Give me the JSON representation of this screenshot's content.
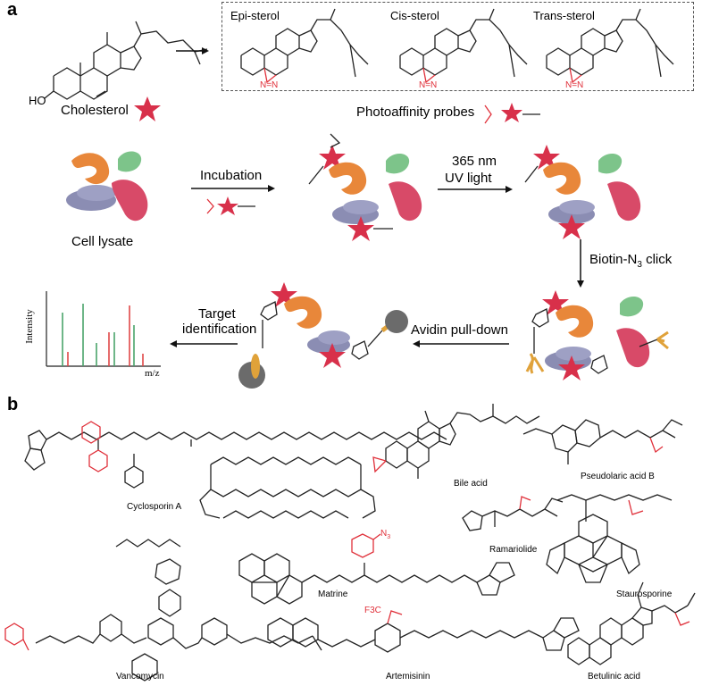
{
  "panel_a": {
    "letter": "a",
    "cholesterol_label": "Cholesterol",
    "cholesterol_ho": "HO",
    "probe_names": [
      "Epi-sterol",
      "Cis-sterol",
      "Trans-sterol"
    ],
    "probes_caption": "Photoaffinity probes",
    "cell_lysate": "Cell lysate",
    "incubation": "Incubation",
    "uv_line1": "365 nm",
    "uv_line2": "UV light",
    "click_label": "Biotin-N",
    "click_sub": "3",
    "click_suffix": " click",
    "pulldown": "Avidin pull-down",
    "target_line1": "Target",
    "target_line2": "identification",
    "spectrum_y": "Intensity",
    "spectrum_x": "m/z",
    "colors": {
      "star": "#d8304a",
      "orange": "#e8873a",
      "green": "#7dc48a",
      "purple": "#8b8db3",
      "pink": "#d84a68",
      "bead": "#6b6b6b",
      "biotin": "#e0a23a",
      "red_bond": "#e0303a"
    }
  },
  "panel_b": {
    "letter": "b",
    "compounds": [
      "Cyclosporin A",
      "Bile acid",
      "Pseudolaric acid B",
      "Ramariolide",
      "Staurosporine",
      "Matrine",
      "Vancomycin",
      "Artemisinin",
      "Betulinic acid"
    ],
    "n3_label": "N",
    "n3_sub": "3",
    "cf3_label": "F3C",
    "nn_label": "N=N"
  }
}
